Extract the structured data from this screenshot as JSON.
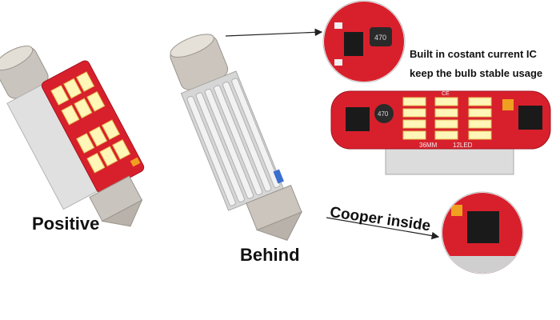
{
  "labels": {
    "positive": "Positive",
    "behind": "Behind",
    "ic_line1": "Built in costant current IC",
    "ic_line2": "keep the bulb stable usage",
    "cooper": "Cooper inside"
  },
  "pcb_marks": {
    "size": "36MM",
    "led_count": "12LED",
    "resistor": "470",
    "ce": "CE"
  },
  "colors": {
    "pcb_red": "#d8202c",
    "led_yellow": "#fff6b8",
    "metal": "#c8c8c8",
    "chip_black": "#1a1a1a"
  }
}
